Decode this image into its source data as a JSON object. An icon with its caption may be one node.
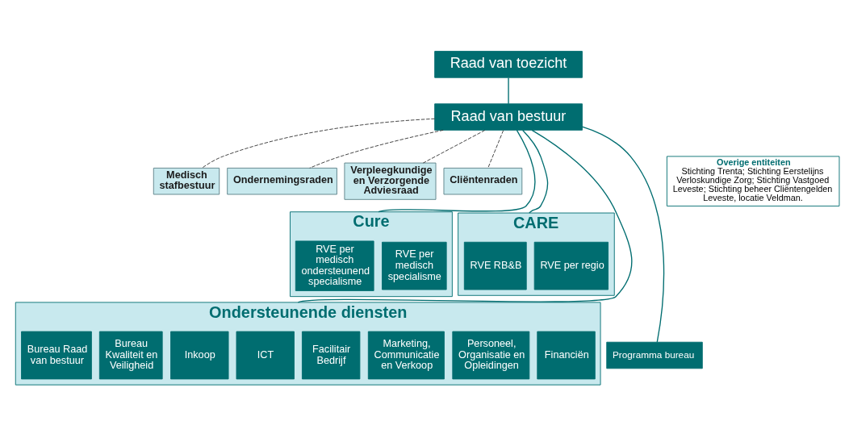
{
  "diagram": {
    "nodes": [
      {
        "text": [
          "Raad van toezicht"
        ]
      },
      {
        "text": [
          "Raad van bestuur"
        ]
      },
      {
        "text": [
          "Medisch stafbestuur"
        ]
      },
      {
        "text": [
          "Ondernemingsraden"
        ]
      },
      {
        "text": [
          "Verpleegkundige en Verzorgende Adviesraad"
        ]
      },
      {
        "text": [
          "Cliëntenraden"
        ]
      },
      {
        "text": [
          "Overige entiteiten",
          "Stichting Trenta; Stichting Eerstelijns Verloskundige Zorg; Stichting Vastgoed Leveste; Stichting beheer Cliëntengelden Leveste, locatie Veldman."
        ]
      },
      {
        "text": [
          "Cure"
        ]
      },
      {
        "text": [
          "RVE per medisch specialisme"
        ],
        "in": 7
      },
      {
        "text": [
          "RVE per medisch ondersteunend specialisme"
        ],
        "in": 7
      },
      {
        "text": [
          "CARE"
        ]
      },
      {
        "text": [
          "RVE per regio"
        ],
        "in": 10
      },
      {
        "text": [
          "RVE RB&B"
        ],
        "in": 10
      },
      {
        "text": [
          "Ondersteunende diensten"
        ]
      },
      {
        "text": [
          "Financiën"
        ],
        "in": 13
      },
      {
        "text": [
          "Personeel, Organisatie en Opleidingen"
        ],
        "in": 13
      },
      {
        "text": [
          "Marketing, Communicatie en Verkoop"
        ],
        "in": 13
      },
      {
        "text": [
          "Facilitair Bedrijf"
        ],
        "in": 13
      },
      {
        "text": [
          "ICT"
        ],
        "in": 13
      },
      {
        "text": [
          "Inkoop"
        ],
        "in": 13
      },
      {
        "text": [
          "Bureau Kwaliteit en Veiligheid"
        ],
        "in": 13
      },
      {
        "text": [
          "Bureau Raad van bestuur"
        ],
        "in": 13
      },
      {
        "text": [
          "Programma bureau"
        ]
      }
    ],
    "edges": [
      {
        "from": 0,
        "to": 1,
        "arrow": "none"
      },
      {
        "from": 1,
        "to": 2,
        "arrow": "none",
        "style": "dashed"
      },
      {
        "from": 1,
        "to": 3,
        "arrow": "none",
        "style": "dashed"
      },
      {
        "from": 1,
        "to": 4,
        "arrow": "none",
        "style": "dashed"
      },
      {
        "from": 1,
        "to": 5,
        "arrow": "none",
        "style": "dashed"
      },
      {
        "from": 1,
        "to": 7,
        "arrow": "none"
      },
      {
        "from": 1,
        "to": 10,
        "arrow": "none"
      },
      {
        "from": 1,
        "to": 13,
        "arrow": "none"
      },
      {
        "from": 1,
        "to": 22,
        "arrow": "none"
      }
    ]
  }
}
